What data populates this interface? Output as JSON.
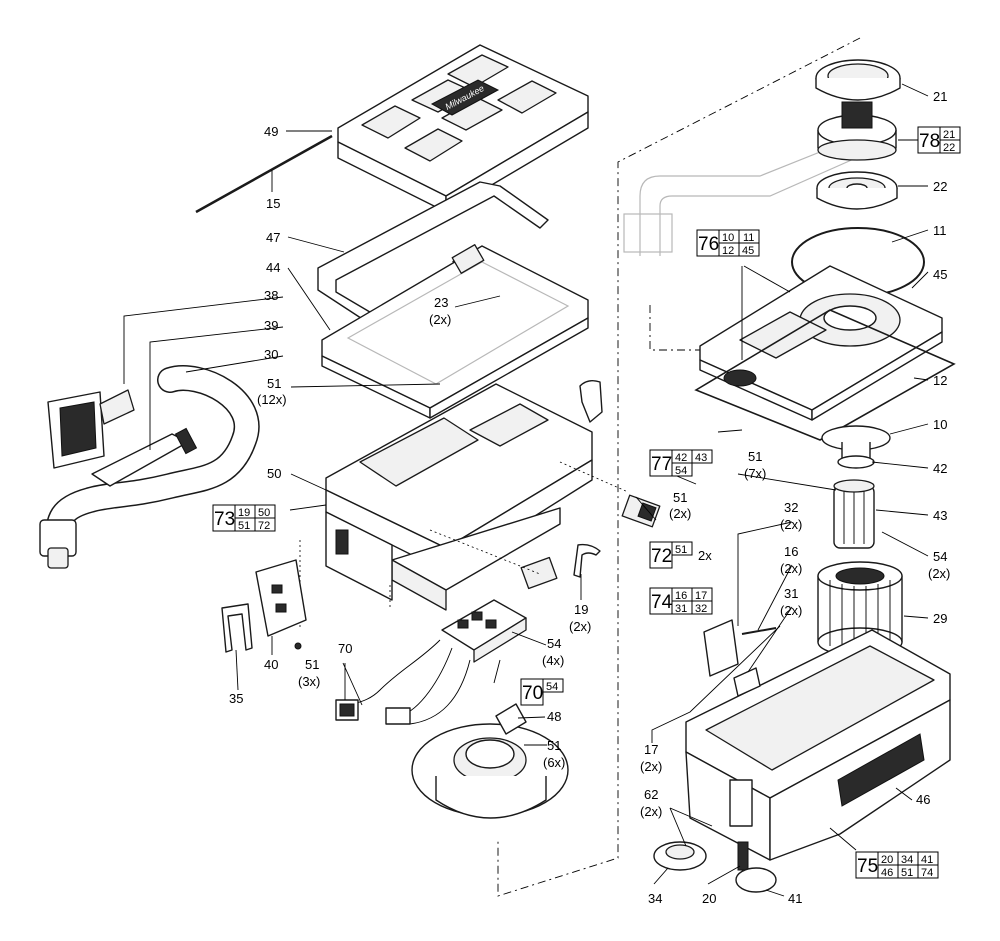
{
  "labels": {
    "l49": "49",
    "l15": "15",
    "l47": "47",
    "l44": "44",
    "l23": "23",
    "l23q": "(2x)",
    "l38": "38",
    "l39": "39",
    "l30": "30",
    "l51a": "51",
    "l51aq": "(12x)",
    "l50": "50",
    "l19": "19",
    "l19q": "(2x)",
    "l54a": "54",
    "l54aq": "(4x)",
    "l70": "70",
    "l35": "35",
    "l40": "40",
    "l51b": "51",
    "l51bq": "(3x)",
    "l48": "48",
    "l51c": "51",
    "l51cq": "(6x)",
    "l21": "21",
    "l22": "22",
    "l11": "11",
    "l45": "45",
    "l12": "12",
    "l10": "10",
    "l51d": "51",
    "l51dq": "(7x)",
    "l42": "42",
    "l43": "43",
    "l54b": "54",
    "l54bq": "(2x)",
    "l51e": "51",
    "l51eq": "(2x)",
    "l32": "32",
    "l32q": "(2x)",
    "l16": "16",
    "l16q": "(2x)",
    "l31": "31",
    "l31q": "(2x)",
    "l29": "29",
    "l17": "17",
    "l17q": "(2x)",
    "l46": "46",
    "l62": "62",
    "l62q": "(2x)",
    "l34": "34",
    "l20": "20",
    "l41": "41",
    "l2x": "2x"
  },
  "kits": {
    "k78": {
      "num": "78",
      "parts": [
        "21",
        "22"
      ]
    },
    "k76": {
      "num": "76",
      "parts": [
        "10",
        "11",
        "12",
        "45"
      ]
    },
    "k73": {
      "num": "73",
      "parts": [
        "19",
        "50",
        "51",
        "72"
      ]
    },
    "k77": {
      "num": "77",
      "parts": [
        "42",
        "43",
        "54"
      ]
    },
    "k72": {
      "num": "72",
      "parts": [
        "51"
      ]
    },
    "k74": {
      "num": "74",
      "parts": [
        "16",
        "17",
        "31",
        "32"
      ]
    },
    "k70": {
      "num": "70",
      "parts": [
        "54"
      ]
    },
    "k75": {
      "num": "75",
      "parts": [
        "20",
        "34",
        "41",
        "46",
        "51",
        "74"
      ]
    }
  },
  "logo_text": "Milwaukee"
}
